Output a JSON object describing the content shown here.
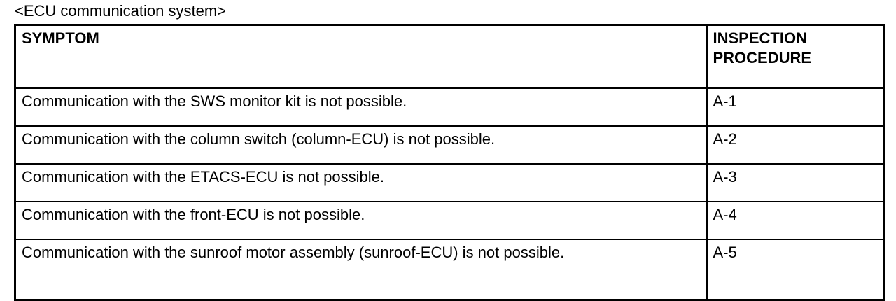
{
  "document": {
    "title": "<ECU communication system>"
  },
  "table": {
    "headers": {
      "symptom": "SYMPTOM",
      "inspection_procedure_line1": "INSPECTION",
      "inspection_procedure_line2": "PROCEDURE"
    },
    "rows": [
      {
        "symptom": "Communication with the SWS monitor kit is not possible.",
        "procedure": "A-1"
      },
      {
        "symptom": "Communication with the column switch (column-ECU) is not possible.",
        "procedure": "A-2"
      },
      {
        "symptom": "Communication with the ETACS-ECU is not possible.",
        "procedure": "A-3"
      },
      {
        "symptom": "Communication with the front-ECU is not possible.",
        "procedure": "A-4"
      },
      {
        "symptom": "Communication with the sunroof motor assembly (sunroof-ECU) is not possible.",
        "procedure": "A-5"
      }
    ]
  },
  "colors": {
    "border": "#000000",
    "text": "#000000",
    "background": "#ffffff"
  }
}
